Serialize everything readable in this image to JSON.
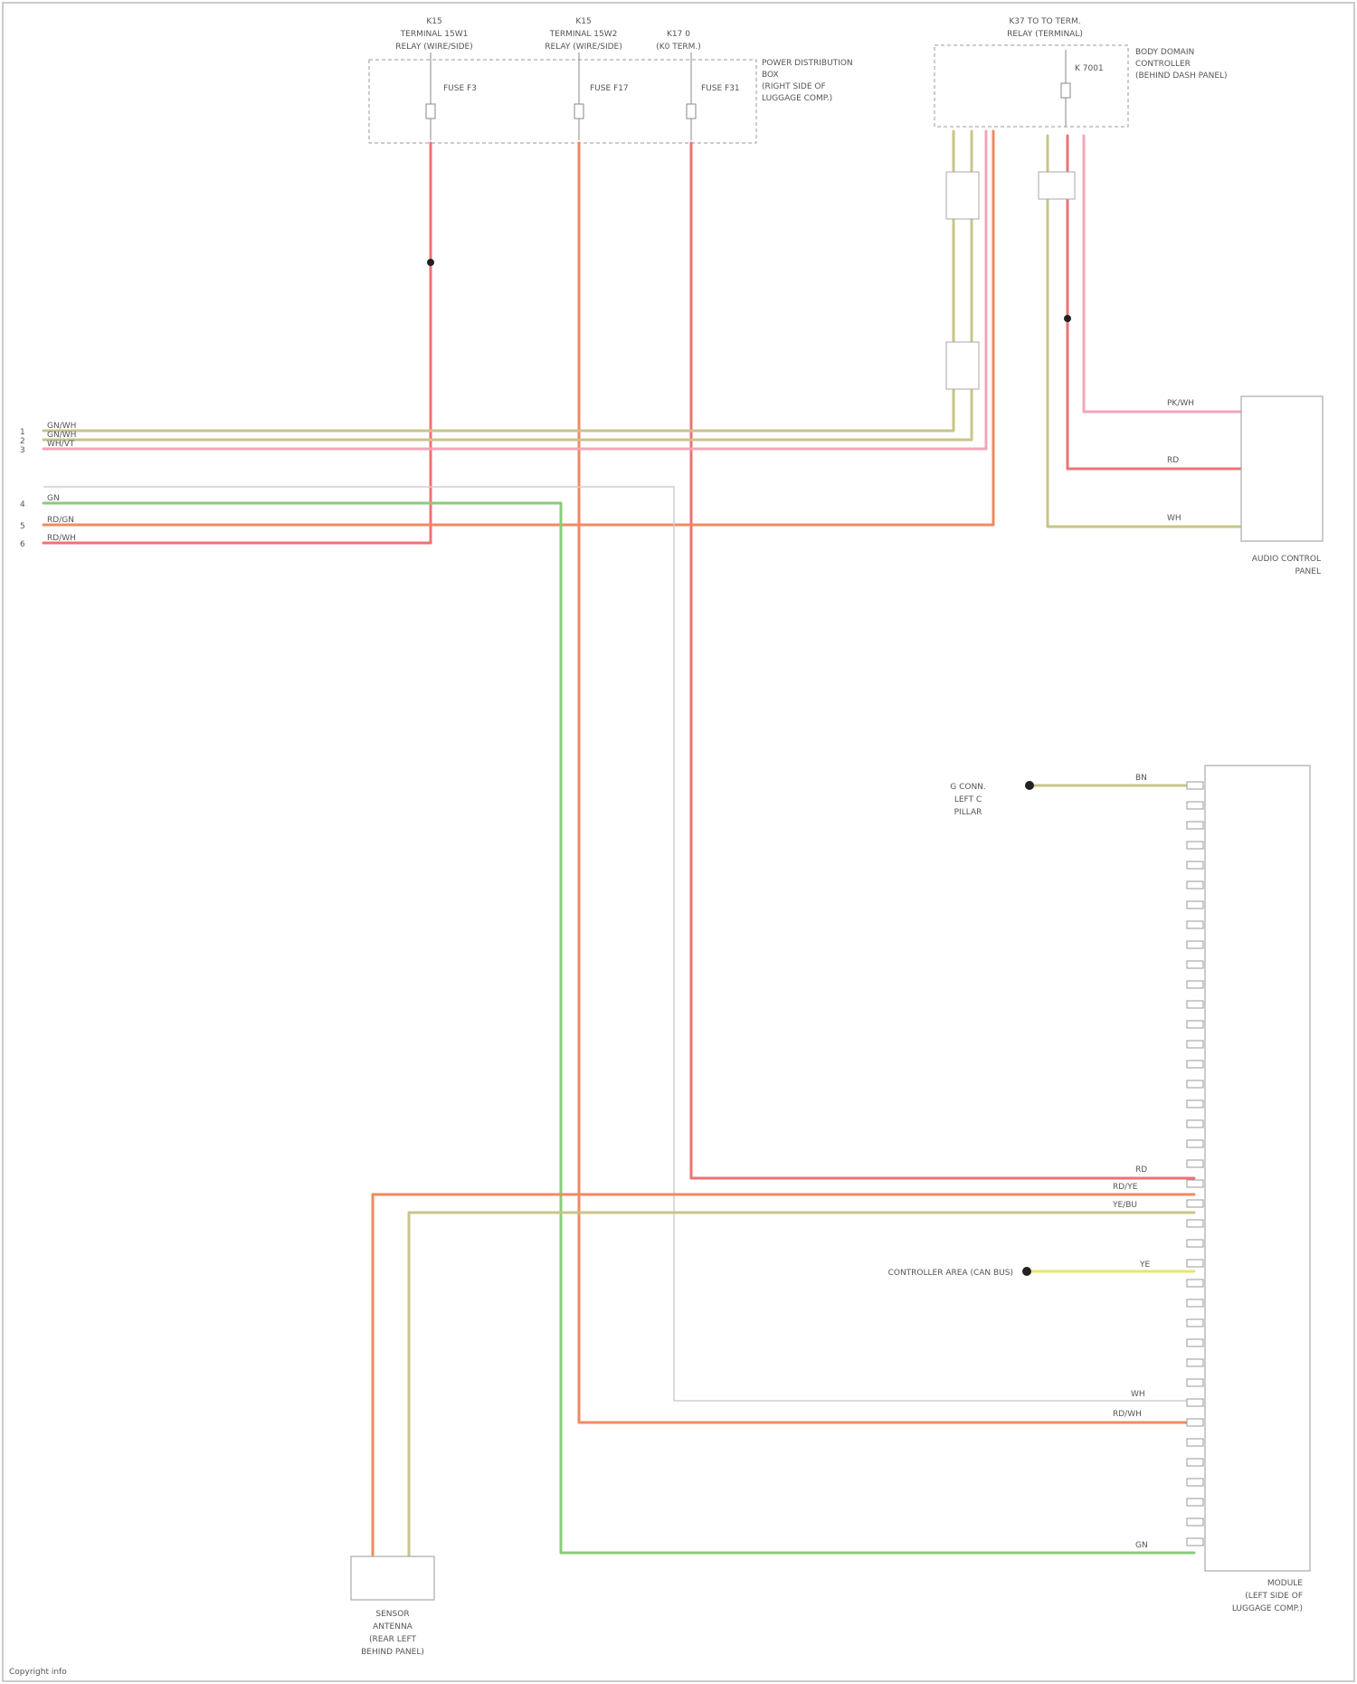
{
  "fuses": {
    "f1": {
      "title": [
        "K15",
        "TERMINAL 15W1",
        "RELAY (WIRE/SIDE)"
      ],
      "fuse_label": "FUSE F3"
    },
    "f2": {
      "title": [
        "K15",
        "TERMINAL 15W2",
        "RELAY (WIRE/SIDE)"
      ],
      "fuse_label": "FUSE F17"
    },
    "f3": {
      "title": [
        "K17 0",
        "(K0 TERM.)"
      ],
      "fuse_label": "FUSE F31"
    },
    "box_note": [
      "POWER DISTRIBUTION",
      "BOX",
      "(RIGHT SIDE OF",
      "LUGGAGE COMP.)"
    ]
  },
  "relay": {
    "title": [
      "K37 TO TO TERM.",
      "RELAY (TERMINAL)"
    ],
    "label": "K 7001",
    "note": [
      "BODY DOMAIN",
      "CONTROLLER",
      "(BEHIND DASH PANEL)"
    ]
  },
  "left_pins": [
    "1",
    "2",
    "3",
    "4",
    "5",
    "6"
  ],
  "left_wire_labels": [
    "GN/WH",
    "GN/WH",
    "WH/VT",
    "GN",
    "RD/GN",
    "RD/WH"
  ],
  "audio_panel": {
    "label": [
      "AUDIO CONTROL",
      "PANEL"
    ],
    "wire_labels": [
      "PK/WH",
      "RD",
      "WH"
    ]
  },
  "module_right": {
    "label": [
      "MODULE",
      "(LEFT SIDE OF",
      "LUGGAGE COMP.)"
    ]
  },
  "sensor": {
    "label": [
      "SENSOR",
      "ANTENNA",
      "(REAR LEFT",
      "BEHIND PANEL)"
    ]
  },
  "ground": {
    "label": [
      "G CONN.",
      "LEFT C",
      "PILLAR"
    ],
    "wire": "BN"
  },
  "splice": {
    "label": "CONTROLLER AREA (CAN BUS)",
    "wire": "YE"
  },
  "right_wire_labels": [
    "RD",
    "RD/YE",
    "YE/BU",
    "WH",
    "RD/WH",
    "GN"
  ],
  "footer": "Copyright info",
  "colors": {
    "red": "#ef7272",
    "pink": "#f2a6b8",
    "orange": "#ef8a62",
    "green": "#88cc7a",
    "olive": "#c8c48a",
    "yellow": "#e6e66a",
    "gray": "#cfcfcf"
  }
}
